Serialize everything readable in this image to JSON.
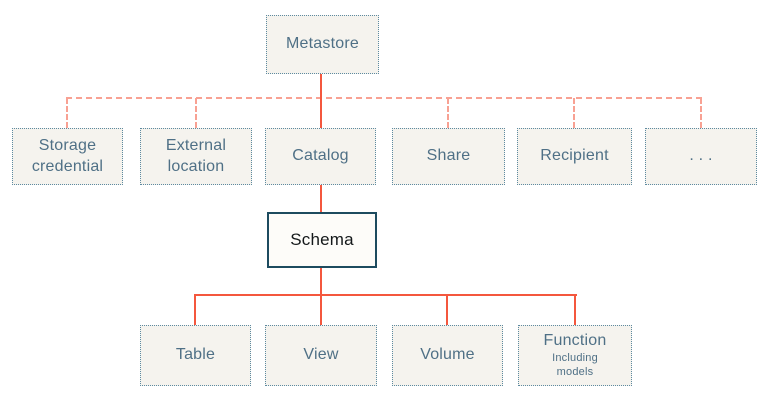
{
  "colors": {
    "box_bg": "#f5f3ee",
    "box_border": "#5d8aa0",
    "box_text": "#4f7086",
    "schema_border": "#1d4b5f",
    "schema_bg": "#fdfcf9",
    "schema_text": "#14181a",
    "solid_line": "#f4573e",
    "dashed_line": "#f8a193"
  },
  "nodes": {
    "metastore": {
      "label": "Metastore"
    },
    "metastore_children": [
      {
        "id": "storage-credential",
        "label": "Storage credential"
      },
      {
        "id": "external-location",
        "label": "External location"
      },
      {
        "id": "catalog",
        "label": "Catalog"
      },
      {
        "id": "share",
        "label": "Share"
      },
      {
        "id": "recipient",
        "label": "Recipient"
      },
      {
        "id": "more",
        "label": ". . ."
      }
    ],
    "schema": {
      "label": "Schema"
    },
    "schema_children": [
      {
        "id": "table",
        "label": "Table"
      },
      {
        "id": "view",
        "label": "View"
      },
      {
        "id": "volume",
        "label": "Volume"
      },
      {
        "id": "function",
        "label": "Function",
        "sublabel": "Including models"
      }
    ]
  }
}
